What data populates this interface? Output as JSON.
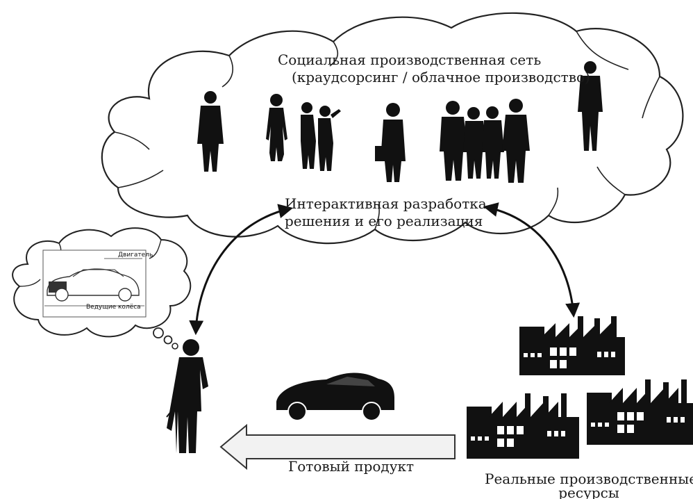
{
  "cloud": {
    "title_line1": "Социальная производственная сеть",
    "title_line2": "(краудсорсинг / облачное производство)",
    "center_line1": "Интерактивная разработка",
    "center_line2": "решения и его реализация",
    "people": [
      "man-suit",
      "woman-walking",
      "woman-pair",
      "man-briefcase",
      "men-group",
      "man-standing"
    ]
  },
  "thought": {
    "engine_label": "Двигатель",
    "wheels_label": "Ведущие колёса"
  },
  "factory_label_line1": "Реальные производственные",
  "factory_label_line2": "ресурсы",
  "product_label": "Готовый продукт",
  "colors": {
    "silhouette": "#111111",
    "outline": "#222222",
    "arrow_fill": "#f2f2f2"
  }
}
